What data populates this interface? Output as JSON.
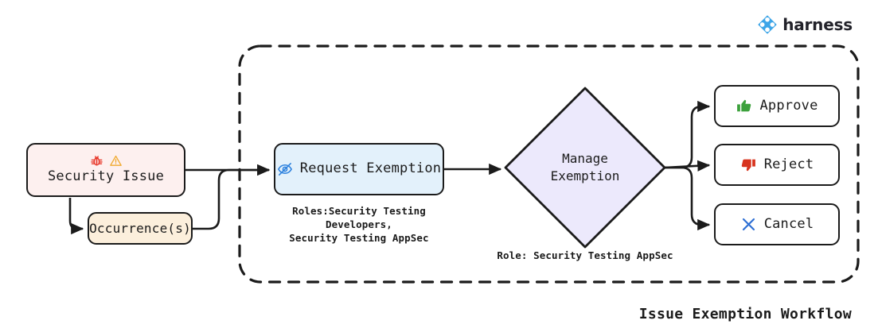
{
  "brand": {
    "name": "harness",
    "logo_icon": "harness-diamond-logo-icon",
    "logo_color": "#3DA5E8"
  },
  "title": "Issue Exemption Workflow",
  "container": {
    "name": "exemption-workflow-boundary",
    "style": "dashed-rounded-rectangle",
    "border_color": "#1b1b1b"
  },
  "nodes": {
    "security_issue": {
      "label": "Security Issue",
      "icons": [
        "bug-icon",
        "warning-triangle-icon"
      ],
      "fill": "#fdf0ef",
      "bug_color": "#E8392B",
      "warning_color": "#F0A92E"
    },
    "occurrences": {
      "label": "Occurrence(s)",
      "fill": "#fcefdc"
    },
    "request_exemption": {
      "label": "Request Exemption",
      "icon": "eye-off-icon",
      "icon_color": "#2E82DE",
      "fill": "#e3f1fb",
      "caption": "Roles:Security Testing Developers,\nSecurity Testing AppSec"
    },
    "manage_exemption": {
      "label_line1": "Manage",
      "label_line2": "Exemption",
      "fill": "#ece9fc",
      "shape": "diamond",
      "caption": "Role: Security Testing AppSec"
    },
    "approve": {
      "label": "Approve",
      "icon": "thumbs-up-icon",
      "icon_color": "#3CA13C",
      "fill": "#ffffff"
    },
    "reject": {
      "label": "Reject",
      "icon": "thumbs-down-icon",
      "icon_color": "#D7341E",
      "fill": "#ffffff"
    },
    "cancel": {
      "label": "Cancel",
      "icon": "close-x-icon",
      "icon_color": "#2E6FD4",
      "fill": "#ffffff"
    }
  },
  "edges": [
    {
      "from": "security_issue",
      "to": "request_exemption"
    },
    {
      "from": "security_issue",
      "to": "occurrences"
    },
    {
      "from": "occurrences",
      "to": "request_exemption"
    },
    {
      "from": "request_exemption",
      "to": "manage_exemption"
    },
    {
      "from": "manage_exemption",
      "to": "approve"
    },
    {
      "from": "manage_exemption",
      "to": "reject"
    },
    {
      "from": "manage_exemption",
      "to": "cancel"
    }
  ]
}
